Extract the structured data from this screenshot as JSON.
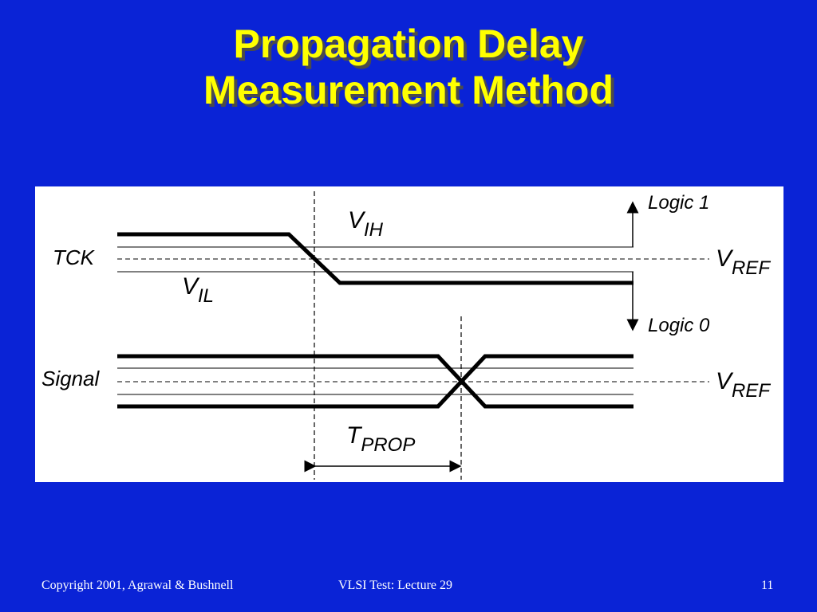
{
  "slide": {
    "title_line1": "Propagation Delay",
    "title_line2": "Measurement Method"
  },
  "diagram": {
    "tck_label": "TCK",
    "signal_label": "Signal",
    "vih": {
      "main": "V",
      "sub": "IH"
    },
    "vil": {
      "main": "V",
      "sub": "IL"
    },
    "vref_top": {
      "main": "V",
      "sub": "REF"
    },
    "vref_bottom": {
      "main": "V",
      "sub": "REF"
    },
    "tprop": {
      "main": "T",
      "sub": "PROP"
    },
    "logic1_label": "Logic 1",
    "logic0_label": "Logic 0"
  },
  "footer": {
    "copyright": "Copyright 2001, Agrawal & Bushnell",
    "course": "VLSI Test: Lecture 29",
    "page_number": "11"
  }
}
